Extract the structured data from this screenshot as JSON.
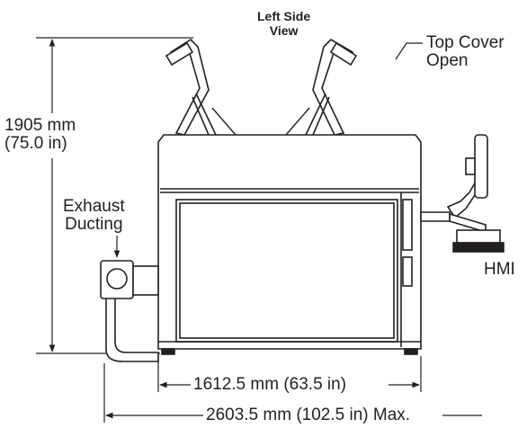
{
  "diagram": {
    "title_line1": "Left Side",
    "title_line2": "View",
    "top_cover": {
      "line1": "Top Cover",
      "line2": "Open"
    },
    "height_dim": {
      "line1": "1905 mm",
      "line2": "(75.0 in)"
    },
    "exhaust": {
      "line1": "Exhaust",
      "line2": "Ducting"
    },
    "hmi": "HMI",
    "width_dim": "1612.5 mm (63.5 in)",
    "overall_dim": "2603.5 mm (102.5 in) Max."
  }
}
